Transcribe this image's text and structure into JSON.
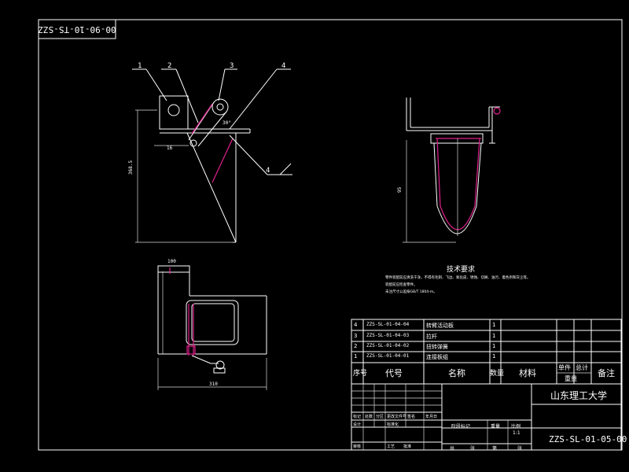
{
  "drawing": {
    "code_stamp": "00-90-10-TS-SZZ",
    "balloons": [
      "1",
      "2",
      "3",
      "4"
    ],
    "balloon_4b": "4",
    "tech_title": "技术要求",
    "tech_notes": [
      "零件装配前应清洗干净，不得有毛刺、飞边、氧化皮、锈蚀、切屑、油污、着色剂和灰尘等。",
      "装配前应检查零件。",
      "未注尺寸公差按GB/T 1804-m。"
    ]
  },
  "bom": {
    "rows": [
      {
        "no": "4",
        "code": "ZZS-SL-01-04-04",
        "name": "转臂活动板",
        "qty": "1"
      },
      {
        "no": "3",
        "code": "ZZS-SL-01-04-03",
        "name": "拉杆",
        "qty": "1"
      },
      {
        "no": "2",
        "code": "ZZS-SL-01-04-02",
        "name": "扭转弹簧",
        "qty": "1"
      },
      {
        "no": "1",
        "code": "ZZS-SL-01-04-01",
        "name": "连接板组",
        "qty": "1"
      }
    ],
    "header": {
      "no": "序号",
      "code": "代号",
      "name": "名称",
      "qty": "数量",
      "material": "材料",
      "unit_single": "单件",
      "unit_total": "总计",
      "weight": "重量",
      "remark": "备注"
    }
  },
  "title_block": {
    "school": "山东理工大学",
    "drawing_number": "ZZS-SL-01-05-00",
    "scale": "1:1",
    "row_labels": [
      "标记",
      "处数",
      "分区",
      "更改文件号",
      "签名",
      "年月日"
    ],
    "design_labels": [
      "设计",
      "标准化",
      "阶段标记",
      "重量",
      "比例"
    ],
    "bottom_labels": [
      "审核",
      "工艺",
      "批准",
      "共",
      "张",
      "第",
      "张"
    ]
  }
}
